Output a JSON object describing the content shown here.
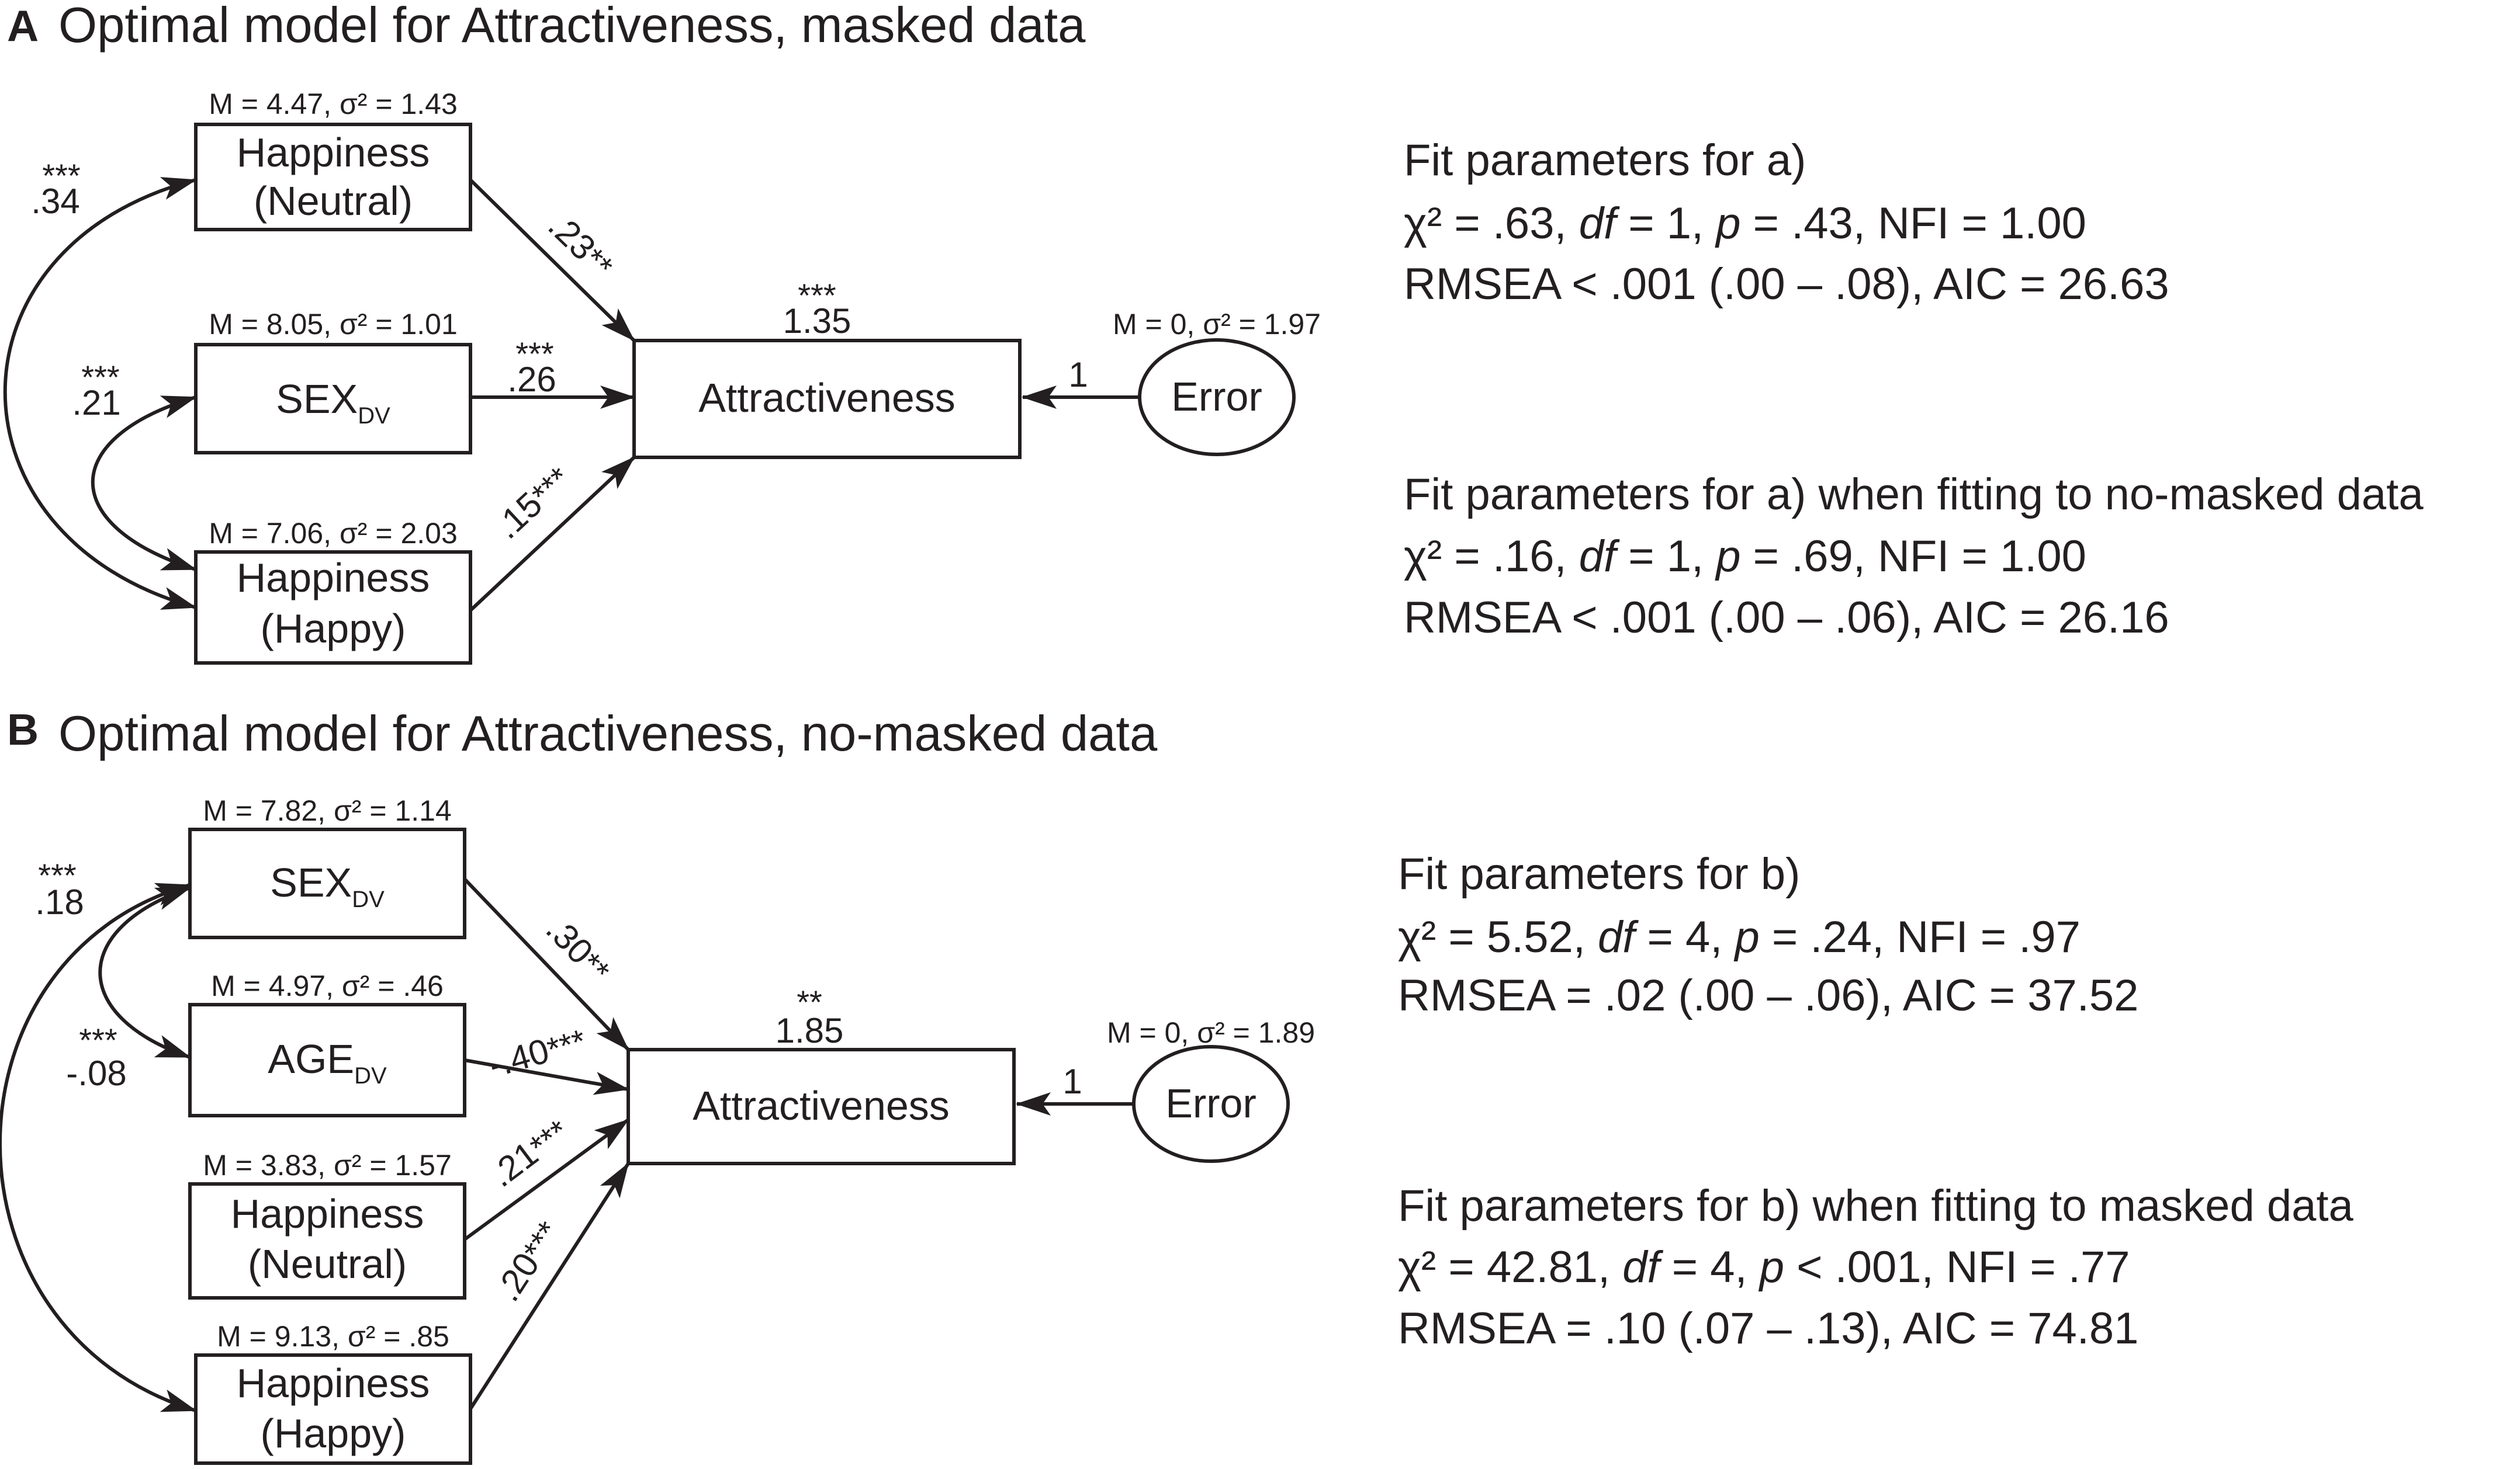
{
  "panels": [
    {
      "letter": "A",
      "title": "Optimal model for  Attractiveness, masked data",
      "predictors": [
        {
          "line1": "Happiness",
          "line2": "(Neutral)",
          "stat": "M = 4.47, σ² = 1.43"
        },
        {
          "main": "SEX",
          "sub": "DV",
          "stat": "M = 8.05, σ² = 1.01"
        },
        {
          "line1": "Happiness",
          "line2": "(Happy)",
          "stat": "M = 7.06, σ² = 2.03"
        }
      ],
      "paths": [
        {
          "coef": ".23",
          "stars": "**"
        },
        {
          "coef": ".26",
          "stars": "***"
        },
        {
          "coef": ".15",
          "stars": "***"
        }
      ],
      "covariances": [
        {
          "coef": ".34",
          "stars": "***"
        },
        {
          "coef": ".21",
          "stars": "***"
        }
      ],
      "outcome": {
        "label": "Attractiveness",
        "intercept": "1.35",
        "stars": "***"
      },
      "error": {
        "label": "Error",
        "stat": "M = 0, σ² = 1.97",
        "loading": "1"
      },
      "fits": [
        {
          "heading": "Fit parameters for a)",
          "chi_val": " = .63, ",
          "df_val": " = 1, ",
          "p_val": " = .43, NFI = 1.00",
          "rmsea": "RMSEA < .001 (.00 – .08), AIC = 26.63"
        },
        {
          "heading": "Fit parameters for a) when fitting to no-masked data",
          "chi_val": " = .16, ",
          "df_val": " = 1, ",
          "p_val": " = .69, NFI = 1.00",
          "rmsea": "RMSEA < .001 (.00 – .06), AIC = 26.16"
        }
      ]
    },
    {
      "letter": "B",
      "title": "Optimal model for  Attractiveness, no-masked data",
      "predictors": [
        {
          "main": "SEX",
          "sub": "DV",
          "stat": "M = 7.82, σ² = 1.14"
        },
        {
          "main": "AGE",
          "sub": "DV",
          "stat": "M = 4.97, σ² = .46"
        },
        {
          "line1": "Happiness",
          "line2": "(Neutral)",
          "stat": "M = 3.83, σ² = 1.57"
        },
        {
          "line1": "Happiness",
          "line2": "(Happy)",
          "stat": "M = 9.13, σ² = .85"
        }
      ],
      "paths": [
        {
          "coef": ".30",
          "stars": "**"
        },
        {
          "coef": "-.40",
          "stars": "***"
        },
        {
          "coef": ".21",
          "stars": "***"
        },
        {
          "coef": ".20",
          "stars": "***"
        }
      ],
      "covariances": [
        {
          "coef": ".18",
          "stars": "***"
        },
        {
          "coef": "-.08",
          "stars": "***"
        }
      ],
      "outcome": {
        "label": "Attractiveness",
        "intercept": "1.85",
        "stars": "**"
      },
      "error": {
        "label": "Error",
        "stat": "M = 0, σ² = 1.89",
        "loading": "1"
      },
      "fits": [
        {
          "heading": "Fit parameters for b)",
          "chi_val": " = 5.52, ",
          "df_val": " = 4, ",
          "p_val": " = .24, NFI = .97",
          "rmsea": "RMSEA = .02 (.00 – .06), AIC = 37.52"
        },
        {
          "heading": "Fit parameters for b) when fitting to masked data",
          "chi_val": " = 42.81, ",
          "df_val": " = 4, ",
          "p_val": " < .001, NFI = .77",
          "rmsea": "RMSEA = .10 (.07 – .13), AIC = 74.81"
        }
      ]
    }
  ],
  "symbols": {
    "chi": "χ²",
    "df": "df",
    "p": "p"
  }
}
